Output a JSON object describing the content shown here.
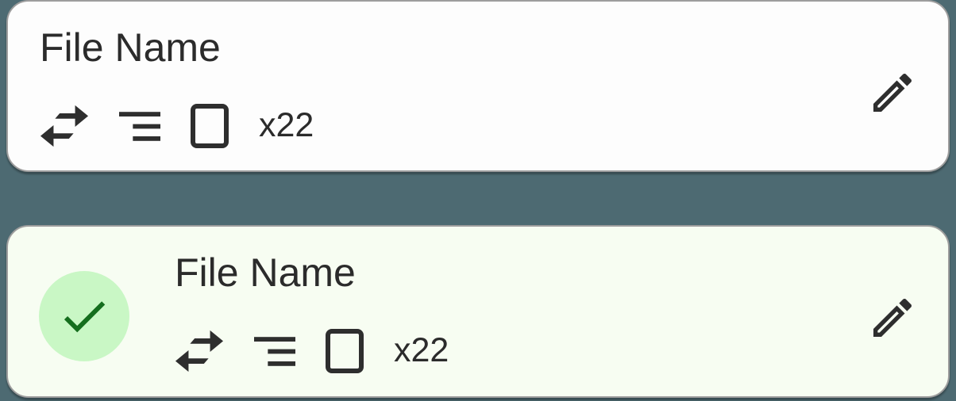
{
  "ui": {
    "background_color": "#4d6a72",
    "card_border_color": "#9d9d9d",
    "card_plain_bg_color": "#fdfdfd",
    "card_selected_bg_color": "#f7fdf2",
    "check_circle_bg_color": "#c9f7c5",
    "check_color": "#156e1e",
    "text_color": "#2b2b2b",
    "icon_color": "#2e2e2e"
  },
  "cards": [
    {
      "title": "File Name",
      "page_count": "x22",
      "selected": false,
      "icons": [
        "swap-arrows-icon",
        "text-lines-icon",
        "page-outline-icon"
      ],
      "edit_icon": "pencil-icon"
    },
    {
      "title": "File Name",
      "page_count": "x22",
      "selected": true,
      "status_icon": "check-icon",
      "icons": [
        "swap-arrows-icon",
        "text-lines-icon",
        "page-outline-icon"
      ],
      "edit_icon": "pencil-icon"
    }
  ]
}
